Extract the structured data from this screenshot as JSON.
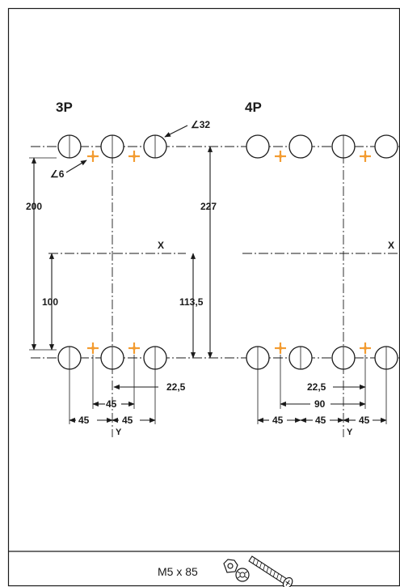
{
  "labels": {
    "three_pole": "3P",
    "four_pole": "4P",
    "hole_diameter": "∠32",
    "pilot_diameter": "∠6",
    "dim_200": "200",
    "dim_227": "227",
    "dim_100": "100",
    "dim_113_5": "113,5",
    "axis_x_3p": "X",
    "axis_x_4p": "X",
    "axis_y_3p": "Y",
    "axis_y_4p": "Y",
    "dim_22_5_3p": "22,5",
    "dim_45_center_3p": "45",
    "dim_45_left_3p": "45",
    "dim_45_right_3p": "45",
    "dim_22_5_4p": "22,5",
    "dim_90_4p": "90",
    "dim_45_a_4p": "45",
    "dim_45_b_4p": "45",
    "dim_45_c_4p": "45"
  },
  "footer": {
    "screw_label": "M5 x 85"
  },
  "colors": {
    "line": "#1a1a1a",
    "marker": "#f39c32",
    "background": "#ffffff"
  },
  "icons": {
    "nut": "hex-nut-icon",
    "washer": "lock-washer-icon",
    "screw": "screw-icon"
  }
}
